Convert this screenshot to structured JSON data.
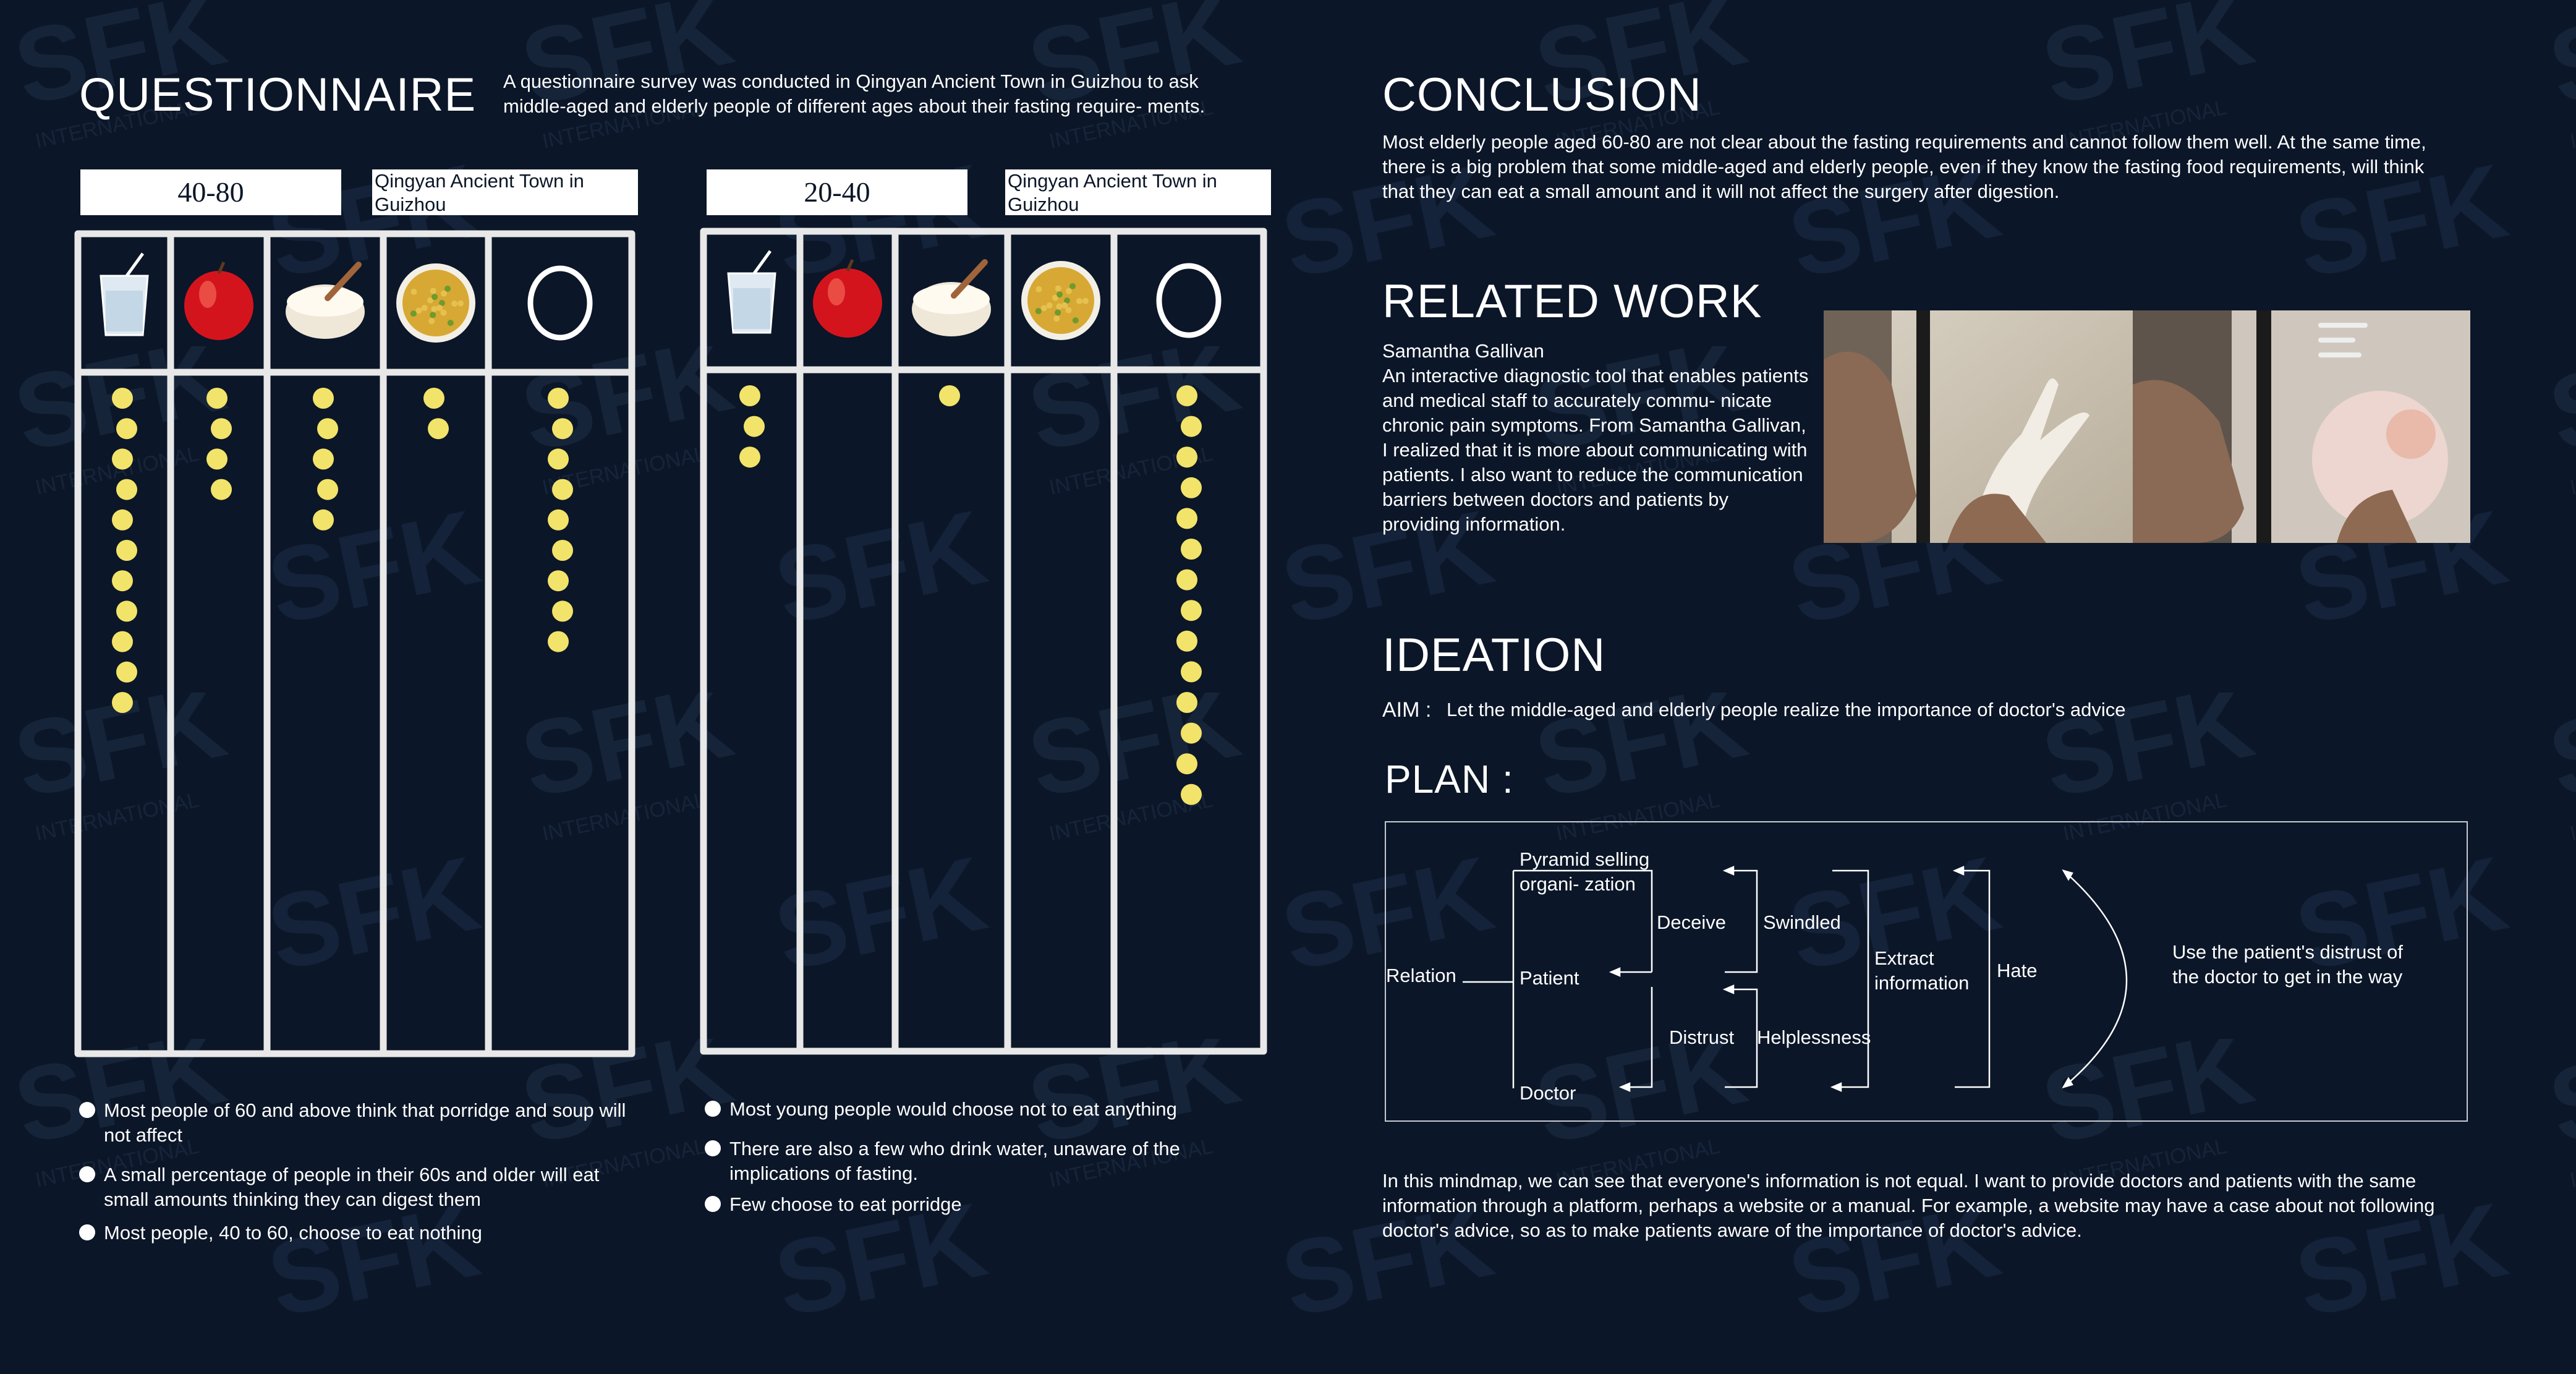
{
  "questionnaire": {
    "title": "QUESTIONNAIRE",
    "description": "A questionnaire survey was conducted in Qingyan Ancient Town in Guizhou to ask middle-aged and elderly people of different ages about their fasting require- ments.",
    "icons": [
      "water-glass-icon",
      "apple-icon",
      "porridge-icon",
      "rice-dish-icon",
      "nothing-circle-icon"
    ],
    "charts": [
      {
        "age": "40-80",
        "place": "Qingyan Ancient Town in Guizhou",
        "notes": [
          "Most people of 60 and above think that porridge and soup will not affect",
          "A small percentage of people in their 60s and older will eat small amounts thinking they can digest them",
          "Most people, 40 to 60, choose to eat nothing"
        ]
      },
      {
        "age": "20-40",
        "place": "Qingyan Ancient Town in Guizhou",
        "notes": [
          "Most young people would choose not to eat anything",
          "There are also a few who drink water, unaware of the implications of fasting.",
          "Few choose to eat porridge"
        ]
      }
    ]
  },
  "chart_data": [
    {
      "type": "table",
      "categories": [
        "water",
        "apple",
        "porridge",
        "rice",
        "nothing"
      ],
      "values": [
        11,
        4,
        5,
        2,
        9
      ]
    },
    {
      "type": "table",
      "categories": [
        "water",
        "apple",
        "porridge",
        "rice",
        "nothing"
      ],
      "values": [
        3,
        0,
        1,
        0,
        14
      ]
    }
  ],
  "conclusion": {
    "title": "CONCLUSION",
    "text": "Most elderly people aged 60-80 are not clear about the fasting requirements and cannot follow them well. At the same time, there is a big problem that some middle-aged and elderly people, even if they know the fasting food requirements, will think that they can eat a small amount and it will not affect the surgery after digestion."
  },
  "related_work": {
    "title": "RELATED WORK",
    "author": "Samantha Gallivan",
    "text": "An interactive diagnostic tool that enables patients and medical staff to accurately commu- nicate chronic pain symptoms. From Samantha Gallivan, I realized that it is more about communicating with patients. I also want to reduce the communication barriers between doctors and patients by providing information."
  },
  "ideation": {
    "title": "IDEATION",
    "aim_label": "AIM :",
    "aim_text": "Let the middle-aged and elderly people realize the importance of doctor's advice",
    "plan_label": "PLAN :"
  },
  "mindmap": {
    "relation": "Relation",
    "pyramid": "Pyramid selling organi- zation",
    "patient": "Patient",
    "doctor": "Doctor",
    "deceive": "Deceive",
    "distrust": "Distrust",
    "swindled": "Swindled",
    "helplessness": "Helplessness",
    "extract": "Extract information",
    "hate": "Hate",
    "outcome": "Use the patient's distrust of the doctor to get in the way"
  },
  "summary": "In this mindmap, we can see that everyone's information is not equal. I want to provide doctors and patients with the same information through a platform, perhaps a website or a manual. For example, a website may have a case about not following doctor's advice, so as to make patients aware of the importance of doctor's advice.",
  "colors": {
    "background": "#0b1628",
    "chalk": "#e8e8e8",
    "dot": "#f2e36a"
  }
}
